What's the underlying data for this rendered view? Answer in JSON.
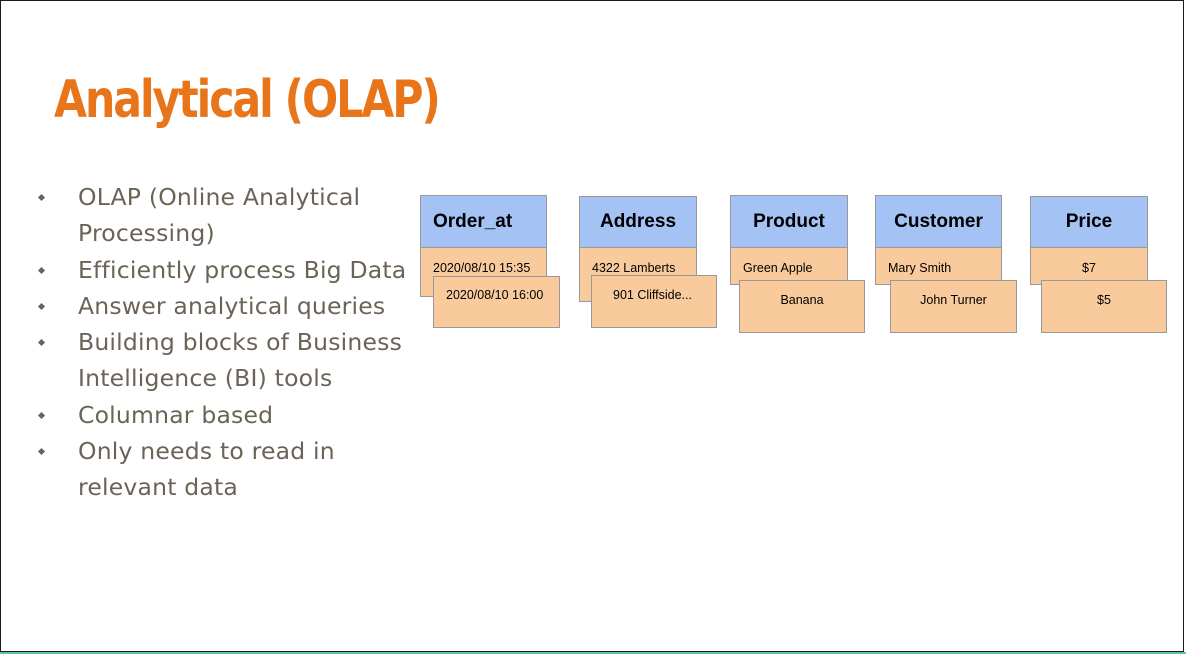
{
  "slide": {
    "title": "Analytical (OLAP)",
    "bullets": [
      "OLAP (Online Analytical Processing)",
      "Efficiently process Big Data",
      "Answer analytical queries",
      "Building blocks of Business Intelligence (BI) tools",
      "Columnar based",
      "Only needs to read in relevant data"
    ]
  },
  "columns": [
    {
      "header": "Order_at",
      "front": "2020/08/10 15:35",
      "back": "2020/08/10 16:00"
    },
    {
      "header": "Address",
      "front": "4322 Lamberts",
      "back": "901 Cliffside..."
    },
    {
      "header": "Product",
      "front": "Green Apple",
      "back": "Banana"
    },
    {
      "header": "Customer",
      "front": "Mary Smith",
      "back": "John Turner"
    },
    {
      "header": "Price",
      "front": "$7",
      "back": "$5"
    }
  ],
  "colors": {
    "title": "#e8751a",
    "bullet_text": "#6b6356",
    "header_fill": "#a4c2f4",
    "cell_fill": "#f9cb9c",
    "border": "#999999"
  }
}
